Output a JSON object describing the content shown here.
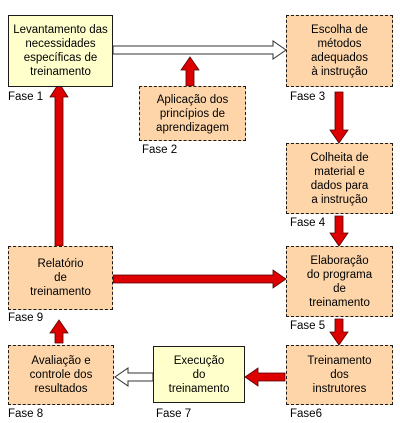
{
  "boxes": {
    "b1": "Levantamento das\nnecessidades\nespecíficas de\ntreinamento",
    "b2": "Aplicação dos\nprincípios de\naprendizagem",
    "b3": "Escolha de\nmétodos\nadequados\nà instrução",
    "b4": "Colheita de\nmaterial e\ndados para\na instrução",
    "b5": "Elaboração\ndo programa\nde\ntreinamento",
    "b6": "Treinamento\ndos\ninstrutores",
    "b7": "Execução\ndo\ntreinamento",
    "b8": "Avaliação e\ncontrole dos\nresultados",
    "b9": "Relatório\nde\ntreinamento"
  },
  "phases": {
    "f1": "Fase 1",
    "f2": "Fase 2",
    "f3": "Fase 3",
    "f4": "Fase 4",
    "f5": "Fase 5",
    "f6": "Fase6",
    "f7": "Fase 7",
    "f8": "Fase 8",
    "f9": "Fase 9"
  },
  "colors": {
    "arrow_red": "#dd0000",
    "arrow_hollow": "#ffffff",
    "box_orange": "#fdd5a9",
    "box_yellow": "#ffffcc"
  }
}
